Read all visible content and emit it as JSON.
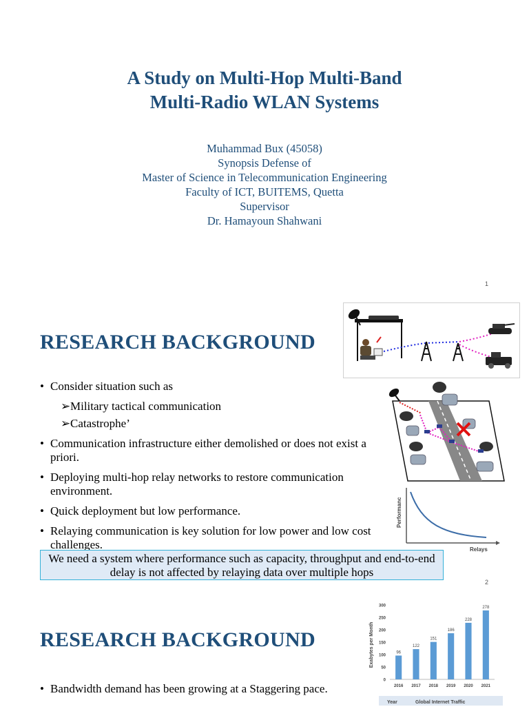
{
  "slide1": {
    "title_line1": "A Study on Multi-Hop Multi-Band",
    "title_line2": "Multi-Radio WLAN Systems",
    "author": "Muhammad Bux (45058)",
    "event": "Synopsis Defense of",
    "degree": "Master of Science in Telecommunication Engineering",
    "faculty": "Faculty of ICT, BUITEMS, Quetta",
    "supervisor_label": "Supervisor",
    "supervisor_name": "Dr. Hamayoun Shahwani",
    "page_number": "1"
  },
  "slide2": {
    "heading": "RESEARCH BACKGROUND",
    "bullet1": "Consider situation such as",
    "sub1": "Military tactical communication",
    "sub2": "Catastrophe’",
    "bullet2": "Communication infrastructure either demolished or does not exist a priori.",
    "bullet3": "Deploying multi-hop relay networks to restore communication environment.",
    "bullet4": "Quick deployment but low performance.",
    "bullet5": "Relaying communication is key solution for low power and low cost challenges.",
    "callout": "We need a system where performance such as capacity, throughput and end-to-end delay is not affected by relaying data over multiple hops",
    "perf_axis_y": "Performanc",
    "perf_axis_x": "Relays",
    "page_number": "2"
  },
  "slide3": {
    "heading": "RESEARCH BACKGROUND",
    "bullet1": "Bandwidth demand has been growing at a Staggering pace.",
    "table_col1": "Year",
    "table_col2": "Global Internet Traffic"
  },
  "icons": [
    "bullet-dot",
    "arrow-bullet",
    "satellite-dish-icon",
    "tower-icon",
    "tank-icon",
    "vehicle-icon",
    "soldier-icon",
    "x-mark-icon"
  ],
  "colors": {
    "heading": "#1f4e79",
    "callout_bg": "#dfeaf6",
    "callout_border": "#33b0d8",
    "bar": "#5b9bd5"
  },
  "chart_data": {
    "type": "bar",
    "categories": [
      "2016",
      "2017",
      "2018",
      "2019",
      "2020",
      "2021"
    ],
    "values": [
      96,
      122,
      151,
      186,
      228,
      278
    ],
    "ylabel": "Exabytes per Month",
    "ylim": [
      0,
      300
    ],
    "yticks": [
      0,
      50,
      100,
      150,
      200,
      250,
      300
    ],
    "grid": false
  }
}
